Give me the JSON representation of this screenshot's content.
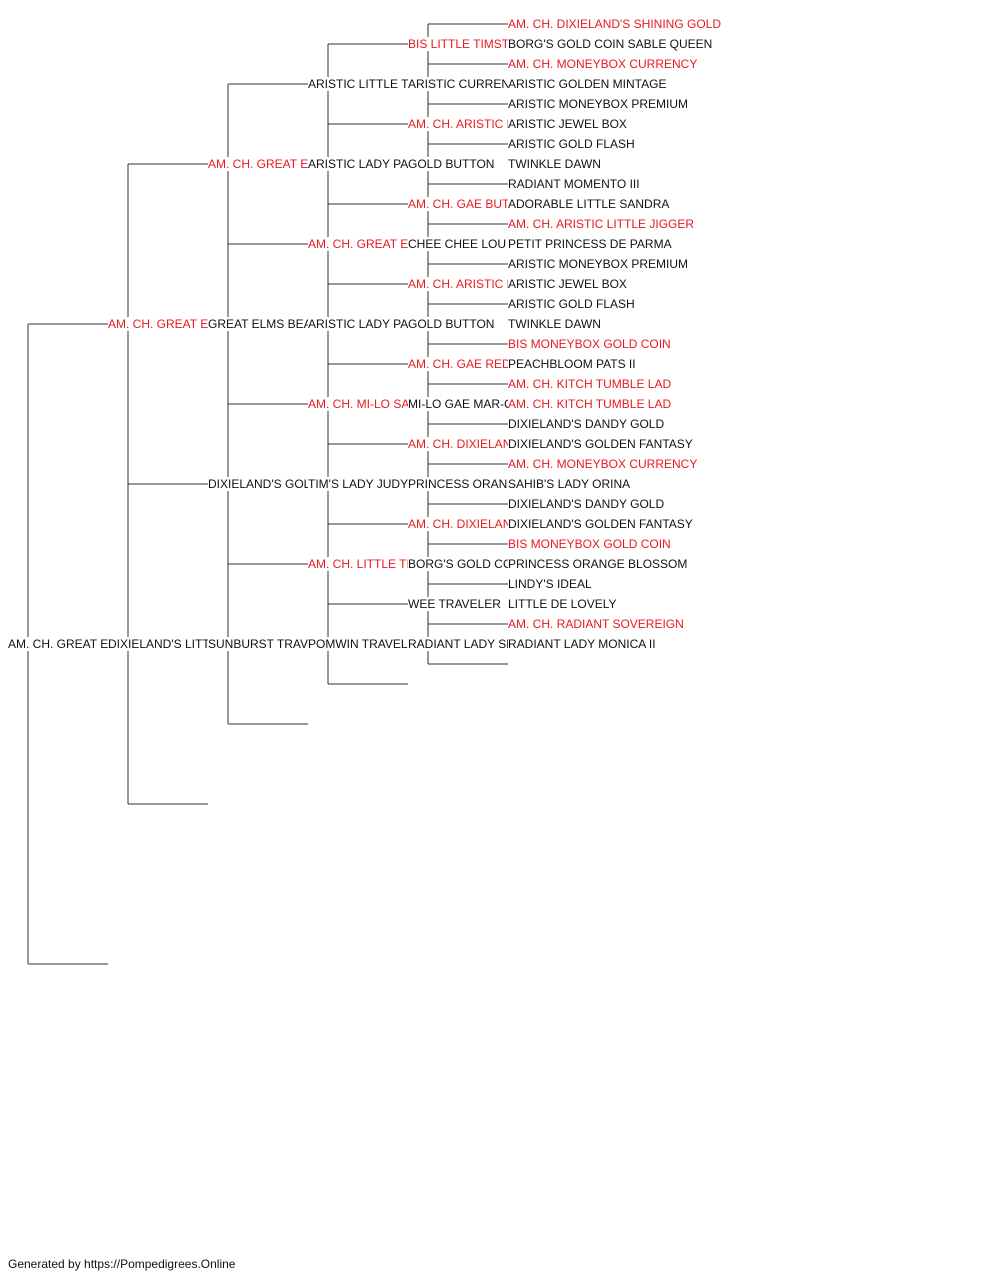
{
  "colors": {
    "champion": "#e8191f",
    "normal": "#111111",
    "line": "#333333"
  },
  "pedigree": {
    "name": "AM. CH. GREAT ELMS LITTLE BUDDY ROM",
    "champion": false,
    "sire": {
      "name": "AM. CH. GREAT ELMS LITTLE TIMSUN",
      "champion": true,
      "sire": {
        "name": "AM. CH. GREAT ELMS LITTLE TIMSTOPPER ROMX",
        "champion": true,
        "sire": {
          "name": "ARISTIC LITTLE TIMSTOPPER",
          "champion": false,
          "sire": {
            "name": "BIS LITTLE TIMSTOPPER",
            "champion": true,
            "sire": {
              "name": "AM. CH. DIXIELAND'S SHINING GOLD",
              "champion": true
            },
            "dam": {
              "name": "BORG'S GOLD COIN SABLE QUEEN",
              "champion": false
            }
          },
          "dam": {
            "name": "ARISTIC CURRENCY'S JUNE ROSE",
            "champion": false,
            "sire": {
              "name": "AM. CH. MONEYBOX CURRENCY",
              "champion": true
            },
            "dam": {
              "name": "ARISTIC GOLDEN MINTAGE",
              "champion": false
            }
          }
        },
        "dam": {
          "name": "ARISTIC LADY PAMELA",
          "champion": false,
          "sire": {
            "name": "AM. CH. ARISTIC LITTLE GOLD BUG",
            "champion": true,
            "sire": {
              "name": "ARISTIC MONEYBOX PREMIUM",
              "champion": false
            },
            "dam": {
              "name": "ARISTIC JEWEL BOX",
              "champion": false
            }
          },
          "dam": {
            "name": "GOLD BUTTON",
            "champion": false,
            "sire": {
              "name": "ARISTIC GOLD FLASH",
              "champion": false
            },
            "dam": {
              "name": "TWINKLE DAWN",
              "champion": false
            }
          }
        }
      },
      "dam": {
        "name": "GREAT ELMS BEAUTY",
        "champion": false,
        "sire": {
          "name": "AM. CH. GREAT ELMS LITTLE BUTCH",
          "champion": true,
          "sire": {
            "name": "AM. CH. GAE BUTCHY BOY OF POM-LAN",
            "champion": true,
            "sire": {
              "name": "RADIANT MOMENTO III",
              "champion": false
            },
            "dam": {
              "name": "ADORABLE LITTLE SANDRA",
              "champion": false
            }
          },
          "dam": {
            "name": "CHEE CHEE LOU",
            "champion": false,
            "sire": {
              "name": "AM. CH. ARISTIC LITTLE JIGGER",
              "champion": true
            },
            "dam": {
              "name": "PETIT PRINCESS DE PARMA",
              "champion": false
            }
          }
        },
        "dam": {
          "name": "ARISTIC LADY PAMELA",
          "champion": false,
          "sire": {
            "name": "AM. CH. ARISTIC LITTLE GOLD BUG",
            "champion": true,
            "sire": {
              "name": "ARISTIC MONEYBOX PREMIUM",
              "champion": false
            },
            "dam": {
              "name": "ARISTIC JEWEL BOX",
              "champion": false
            }
          },
          "dam": {
            "name": "GOLD BUTTON",
            "champion": false,
            "sire": {
              "name": "ARISTIC GOLD FLASH",
              "champion": false
            },
            "dam": {
              "name": "TWINKLE DAWN",
              "champion": false
            }
          }
        }
      }
    },
    "dam": {
      "name": "DIXIELAND'S LITTLE DOADY",
      "champion": false,
      "sire": {
        "name": "DIXIELAND'S GOLD BUCCANEER",
        "champion": false,
        "sire": {
          "name": "AM. CH. MI-LO SABLE DANDY",
          "champion": true,
          "sire": {
            "name": "AM. CH. GAE RED ROBIN",
            "champion": true,
            "sire": {
              "name": "BIS MONEYBOX GOLD COIN",
              "champion": true
            },
            "dam": {
              "name": "PEACHBLOOM PATS II",
              "champion": false
            }
          },
          "dam": {
            "name": "MI-LO GAE MAR-CEE",
            "champion": false,
            "sire": {
              "name": "AM. CH. KITCH TUMBLE LAD",
              "champion": true
            },
            "dam": {
              "name": "AM. CH. KITCH TUMBLE LAD",
              "champion": true
            }
          }
        },
        "dam": {
          "name": "TIM'S LADY JUDY",
          "champion": false,
          "sire": {
            "name": "AM. CH. DIXIELAND'S SHINING GOLD",
            "champion": true,
            "sire": {
              "name": "DIXIELAND'S DANDY GOLD",
              "champion": false
            },
            "dam": {
              "name": "DIXIELAND'S GOLDEN FANTASY",
              "champion": false
            }
          },
          "dam": {
            "name": "PRINCESS ORANGE BLOSSOM",
            "champion": false,
            "sire": {
              "name": "AM. CH. MONEYBOX CURRENCY",
              "champion": true
            },
            "dam": {
              "name": "SAHIB'S LADY ORINA",
              "champion": false
            }
          }
        }
      },
      "dam": {
        "name": "SUNBURST TRAVELETTE",
        "champion": false,
        "sire": {
          "name": "AM. CH. LITTLE TIM'S SUNBURST",
          "champion": true,
          "sire": {
            "name": "AM. CH. DIXIELAND'S SHINING GOLD",
            "champion": true,
            "sire": {
              "name": "DIXIELAND'S DANDY GOLD",
              "champion": false
            },
            "dam": {
              "name": "DIXIELAND'S GOLDEN FANTASY",
              "champion": false
            }
          },
          "dam": {
            "name": "BORG'S GOLD COIN SABLE QUEEN",
            "champion": false,
            "sire": {
              "name": "BIS MONEYBOX GOLD COIN",
              "champion": true
            },
            "dam": {
              "name": "PRINCESS ORANGE BLOSSOM",
              "champion": false
            }
          }
        },
        "dam": {
          "name": "POMWIN TRAVELETTE",
          "champion": false,
          "sire": {
            "name": "WEE TRAVELER",
            "champion": false,
            "sire": {
              "name": "LINDY'S IDEAL",
              "champion": false
            },
            "dam": {
              "name": "LITTLE DE LOVELY",
              "champion": false
            }
          },
          "dam": {
            "name": "RADIANT LADY SHEILA",
            "champion": false,
            "sire": {
              "name": "AM. CH. RADIANT SOVEREIGN",
              "champion": true
            },
            "dam": {
              "name": "RADIANT LADY MONICA II",
              "champion": false
            }
          }
        }
      }
    }
  },
  "footer": "Generated by https://Pompedigrees.Online"
}
